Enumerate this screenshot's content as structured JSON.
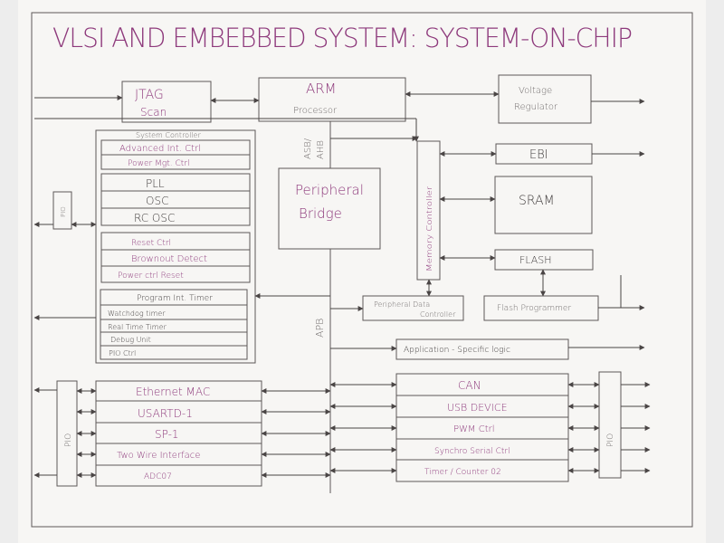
{
  "title": "VLSI AND EMBEBBED SYSTEM: SYSTEM-ON-CHIP",
  "blocks": {
    "jtag": [
      "JTAG",
      "Scan"
    ],
    "arm": [
      "ARM",
      "Processor"
    ],
    "voltage": [
      "Voltage",
      "Regulator"
    ],
    "ebi": "EBI",
    "sram": "SRAM",
    "flash": "FLASH",
    "peripheral_bridge": [
      "Peripheral",
      "Bridge"
    ],
    "memory_controller": "Memory Controller",
    "peripheral_data_controller": [
      "Peripheral Data",
      "Controller"
    ],
    "flash_programmer": "Flash Programmer",
    "app_logic": "Application - Specific logic",
    "asb_ahb": [
      "ASB/",
      "AHB"
    ],
    "apb": "APB"
  },
  "system_controller": [
    "System Controller",
    "Advanced Int. Ctrl",
    "Power Mgt. Ctrl",
    "PLL",
    "OSC",
    "RC OSC",
    "Reset Ctrl",
    "Brownout Detect",
    "Power ctrl Reset",
    "Program Int. Timer",
    "Watchdog timer",
    "Real Time Timer",
    "Debug Unit",
    "PIO Ctrl"
  ],
  "left_peripherals": [
    "Ethernet MAC",
    "USARTD-1",
    "SP-1",
    "Two Wire Interface",
    "ADC07"
  ],
  "right_peripherals": [
    "CAN",
    "USB DEVICE",
    "PWM Ctrl",
    "Synchro Serial Ctrl",
    "Timer / Counter 02"
  ],
  "pio_labels": [
    "PIO",
    "PIO",
    "PIO"
  ],
  "colors": {
    "ink_pink": "#8e3a7c",
    "ink_grey": "#6f6a6a",
    "ink_dark": "#3f3b3b",
    "sheet": "#f7f6f4"
  }
}
